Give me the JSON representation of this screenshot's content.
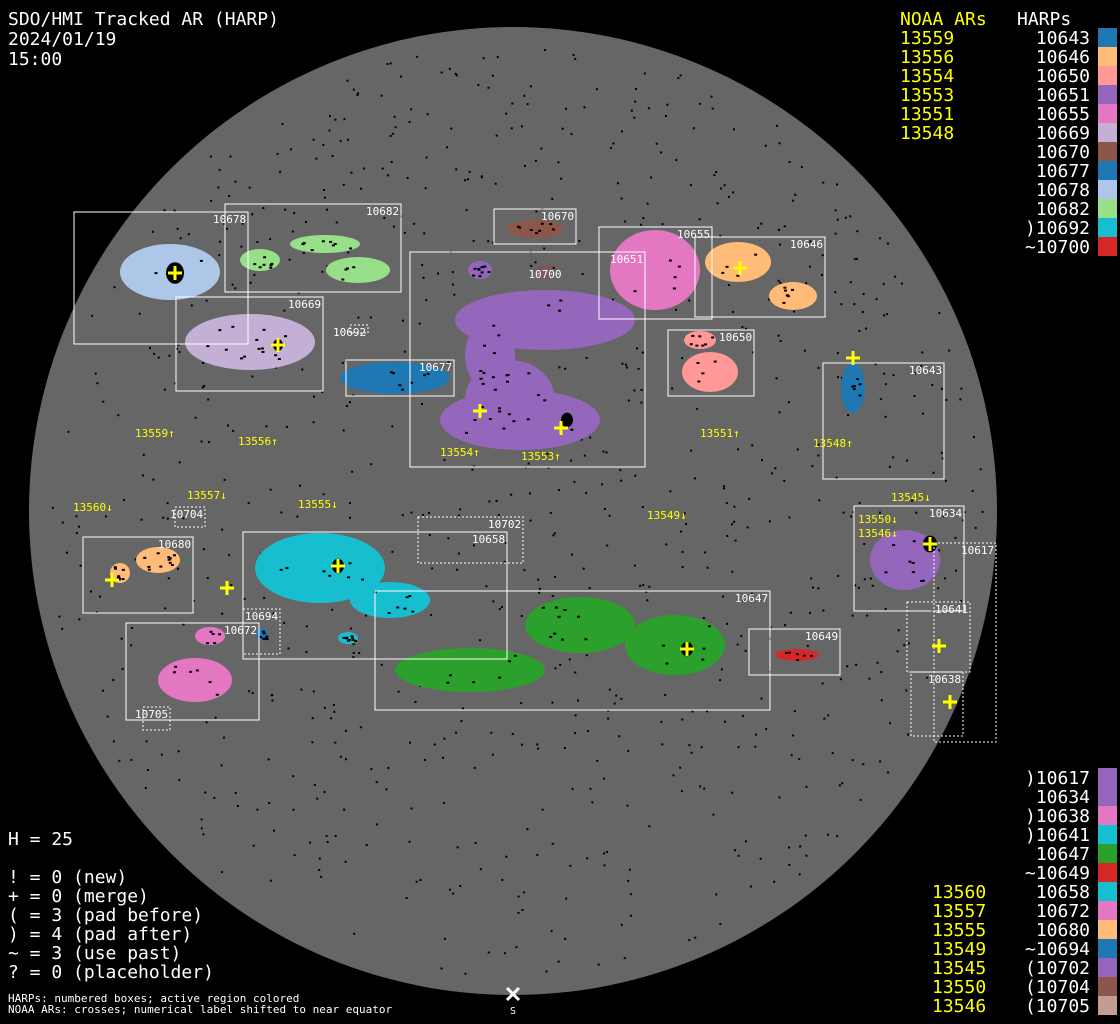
{
  "header": {
    "title": "SDO/HMI Tracked AR (HARP)",
    "date": "2024/01/19",
    "time": "15:00"
  },
  "legend_top": {
    "noaa_title": "NOAA ARs",
    "harp_title": "HARPs",
    "noaa": [
      "13559",
      "13556",
      "13554",
      "13553",
      "13551",
      "13548"
    ],
    "harps": [
      {
        "label": "10643",
        "color": "#1f77b4"
      },
      {
        "label": "10646",
        "color": "#ffbb78"
      },
      {
        "label": "10650",
        "color": "#ff9896"
      },
      {
        "label": "10651",
        "color": "#9467bd"
      },
      {
        "label": "10655",
        "color": "#e377c2"
      },
      {
        "label": "10669",
        "color": "#c5b0d5"
      },
      {
        "label": "10670",
        "color": "#8c564b"
      },
      {
        "label": "10677",
        "color": "#1f77b4"
      },
      {
        "label": "10678",
        "color": "#aec7e8"
      },
      {
        "label": "10682",
        "color": "#98df8a"
      },
      {
        "label": ")10692",
        "color": "#17becf"
      },
      {
        "label": "~10700",
        "color": "#d62728"
      }
    ]
  },
  "legend_bottom": {
    "noaa": [
      "13560",
      "13557",
      "13555",
      "13549",
      "13545",
      "13550",
      "13546"
    ],
    "harps": [
      {
        "label": ")10617",
        "color": "#9467bd"
      },
      {
        "label": "10634",
        "color": "#9467bd"
      },
      {
        "label": ")10638",
        "color": "#e377c2"
      },
      {
        "label": ")10641",
        "color": "#17becf"
      },
      {
        "label": "10647",
        "color": "#2ca02c"
      },
      {
        "label": "~10649",
        "color": "#d62728"
      },
      {
        "label": "10658",
        "color": "#17becf"
      },
      {
        "label": "10672",
        "color": "#e377c2"
      },
      {
        "label": "10680",
        "color": "#ffbb78"
      },
      {
        "label": "~10694",
        "color": "#1f77b4"
      },
      {
        "label": "(10702",
        "color": "#9467bd"
      },
      {
        "label": "(10704",
        "color": "#8c564b"
      },
      {
        "label": "(10705",
        "color": "#c49c94"
      }
    ]
  },
  "stats": {
    "h": "H = 25",
    "lines": [
      "! = 0 (new)",
      "+ = 0 (merge)",
      "( = 3 (pad before)",
      ") = 4 (pad after)",
      "~ = 3 (use past)",
      "? = 0 (placeholder)"
    ]
  },
  "footer": {
    "line1": "HARPs: numbered boxes; active region colored",
    "line2": "NOAA ARs: crosses; numerical label shifted to near equator"
  },
  "disk": {
    "south_label": "S",
    "harp_boxes": [
      "10678",
      "10682",
      "10669",
      "10670",
      "10700",
      "10651",
      "10655",
      "10646",
      "10692",
      "10677",
      "10650",
      "10643",
      "10634",
      "10617",
      "10641",
      "10638",
      "10649",
      "10647",
      "10658",
      "10702",
      "10680",
      "10704",
      "10694",
      "10672",
      "10705"
    ],
    "noaa_labels": [
      "13559↑",
      "13556↑",
      "13554↑",
      "13553↑",
      "13551↑",
      "13548↑",
      "13560↓",
      "13557↓",
      "13555↓",
      "13549↓",
      "13545↓",
      "13550↓",
      "13546↓"
    ],
    "colors": {
      "disk": "#666666",
      "box": "#ffffff",
      "noaa": "#ffff00"
    }
  }
}
